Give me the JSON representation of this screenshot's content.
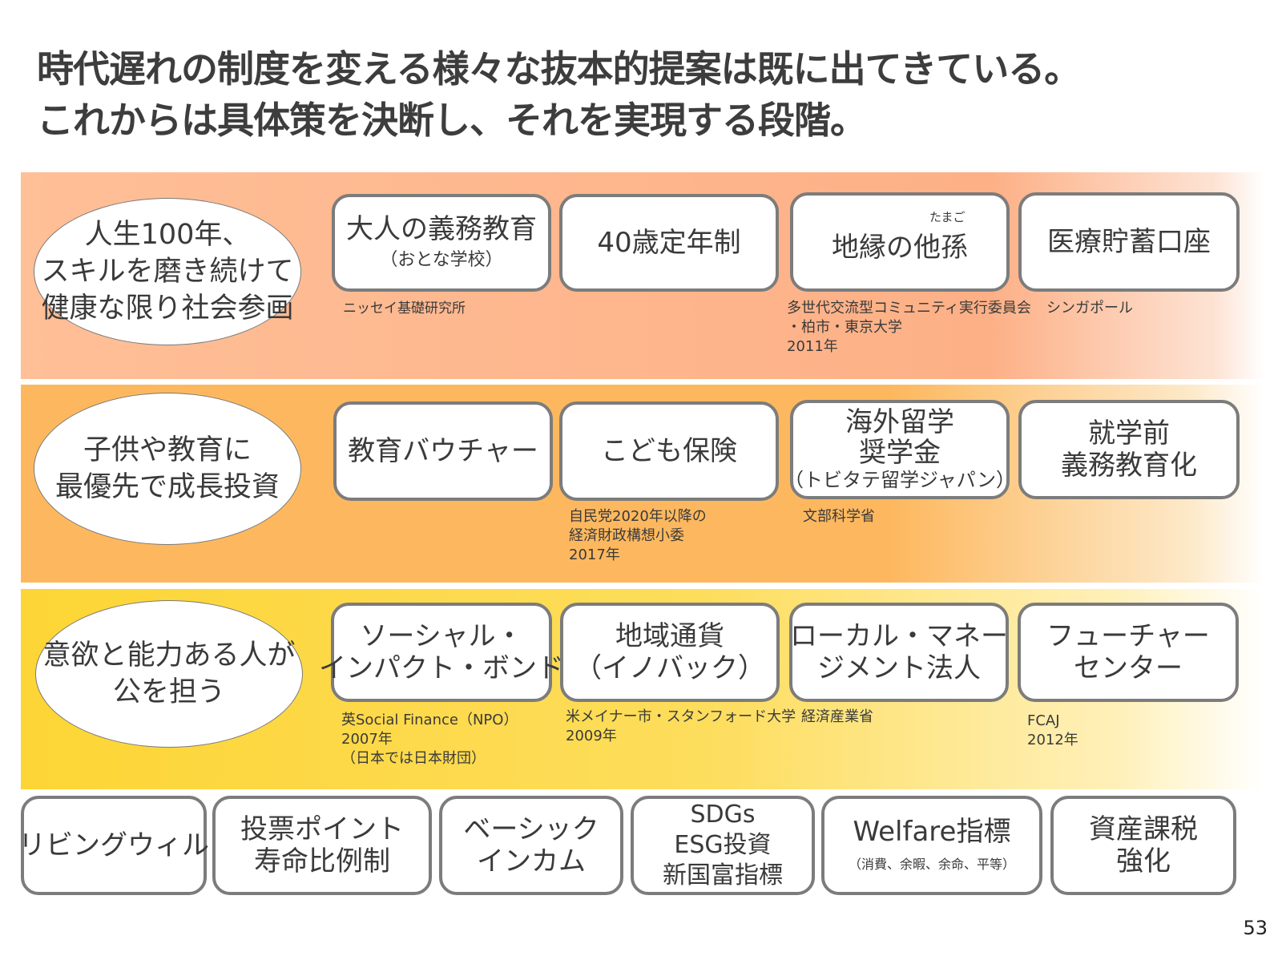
{
  "title": {
    "line1": "時代遅れの制度を変える様々な抜本的提案は既に出てきている。",
    "line2": "これからは具体策を決断し、それを実現する段階。"
  },
  "rows": [
    {
      "theme": [
        "人生100年、",
        "スキルを磨き続けて",
        "健康な限り社会参画"
      ],
      "color": "#fdb086",
      "cards": [
        {
          "lines": [
            "大人の義務教育"
          ],
          "sub": "（おとな学校）",
          "note": [
            "ニッセイ基礎研究所"
          ]
        },
        {
          "lines": [
            "40歳定年制"
          ],
          "note": []
        },
        {
          "lines": [
            "地縁の他孫"
          ],
          "ruby": "たまご",
          "note": [
            "多世代交流型コミュニティ実行委員会",
            "・柏市・東京大学",
            "2011年"
          ]
        },
        {
          "lines": [
            "医療貯蓄口座"
          ],
          "note": [
            "シンガポール"
          ]
        }
      ]
    },
    {
      "theme": [
        "子供や教育に",
        "最優先で成長投資"
      ],
      "color": "#fdb85f",
      "cards": [
        {
          "lines": [
            "教育バウチャー"
          ],
          "note": []
        },
        {
          "lines": [
            "こども保険"
          ],
          "note": [
            "自民党2020年以降の",
            "経済財政構想小委",
            "2017年"
          ]
        },
        {
          "lines": [
            "海外留学",
            "奨学金"
          ],
          "sub": "（トビタテ留学ジャパン）",
          "note": [
            "文部科学省"
          ]
        },
        {
          "lines": [
            "就学前",
            "義務教育化"
          ],
          "note": []
        }
      ]
    },
    {
      "theme": [
        "意欲と能力ある人が",
        "公を担う"
      ],
      "color": "#fdd535",
      "cards": [
        {
          "lines": [
            "ソーシャル・",
            "インパクト・ボンド"
          ],
          "note": [
            "英Social Finance（NPO）",
            "2007年",
            "（日本では日本財団）"
          ]
        },
        {
          "lines": [
            "地域通貨",
            "（イノバック）"
          ],
          "note": [
            "米メイナー市・スタンフォード大学",
            "2009年"
          ]
        },
        {
          "lines": [
            "ローカル・マネー",
            "ジメント法人"
          ],
          "note": [
            "経済産業省"
          ]
        },
        {
          "lines": [
            "フューチャー",
            "センター"
          ],
          "note": [
            "FCAJ",
            "2012年"
          ]
        }
      ]
    }
  ],
  "bottom_cards": [
    {
      "lines": [
        "リビングウィル"
      ]
    },
    {
      "lines": [
        "投票ポイント",
        "寿命比例制"
      ]
    },
    {
      "lines": [
        "ベーシック",
        "インカム"
      ]
    },
    {
      "lines": [
        "SDGs",
        "ESG投資",
        "新国富指標"
      ]
    },
    {
      "lines": [
        "Welfare指標"
      ],
      "small": "（消費、余暇、余命、平等）"
    },
    {
      "lines": [
        "資産課税",
        "強化"
      ]
    }
  ],
  "page_number": "53"
}
